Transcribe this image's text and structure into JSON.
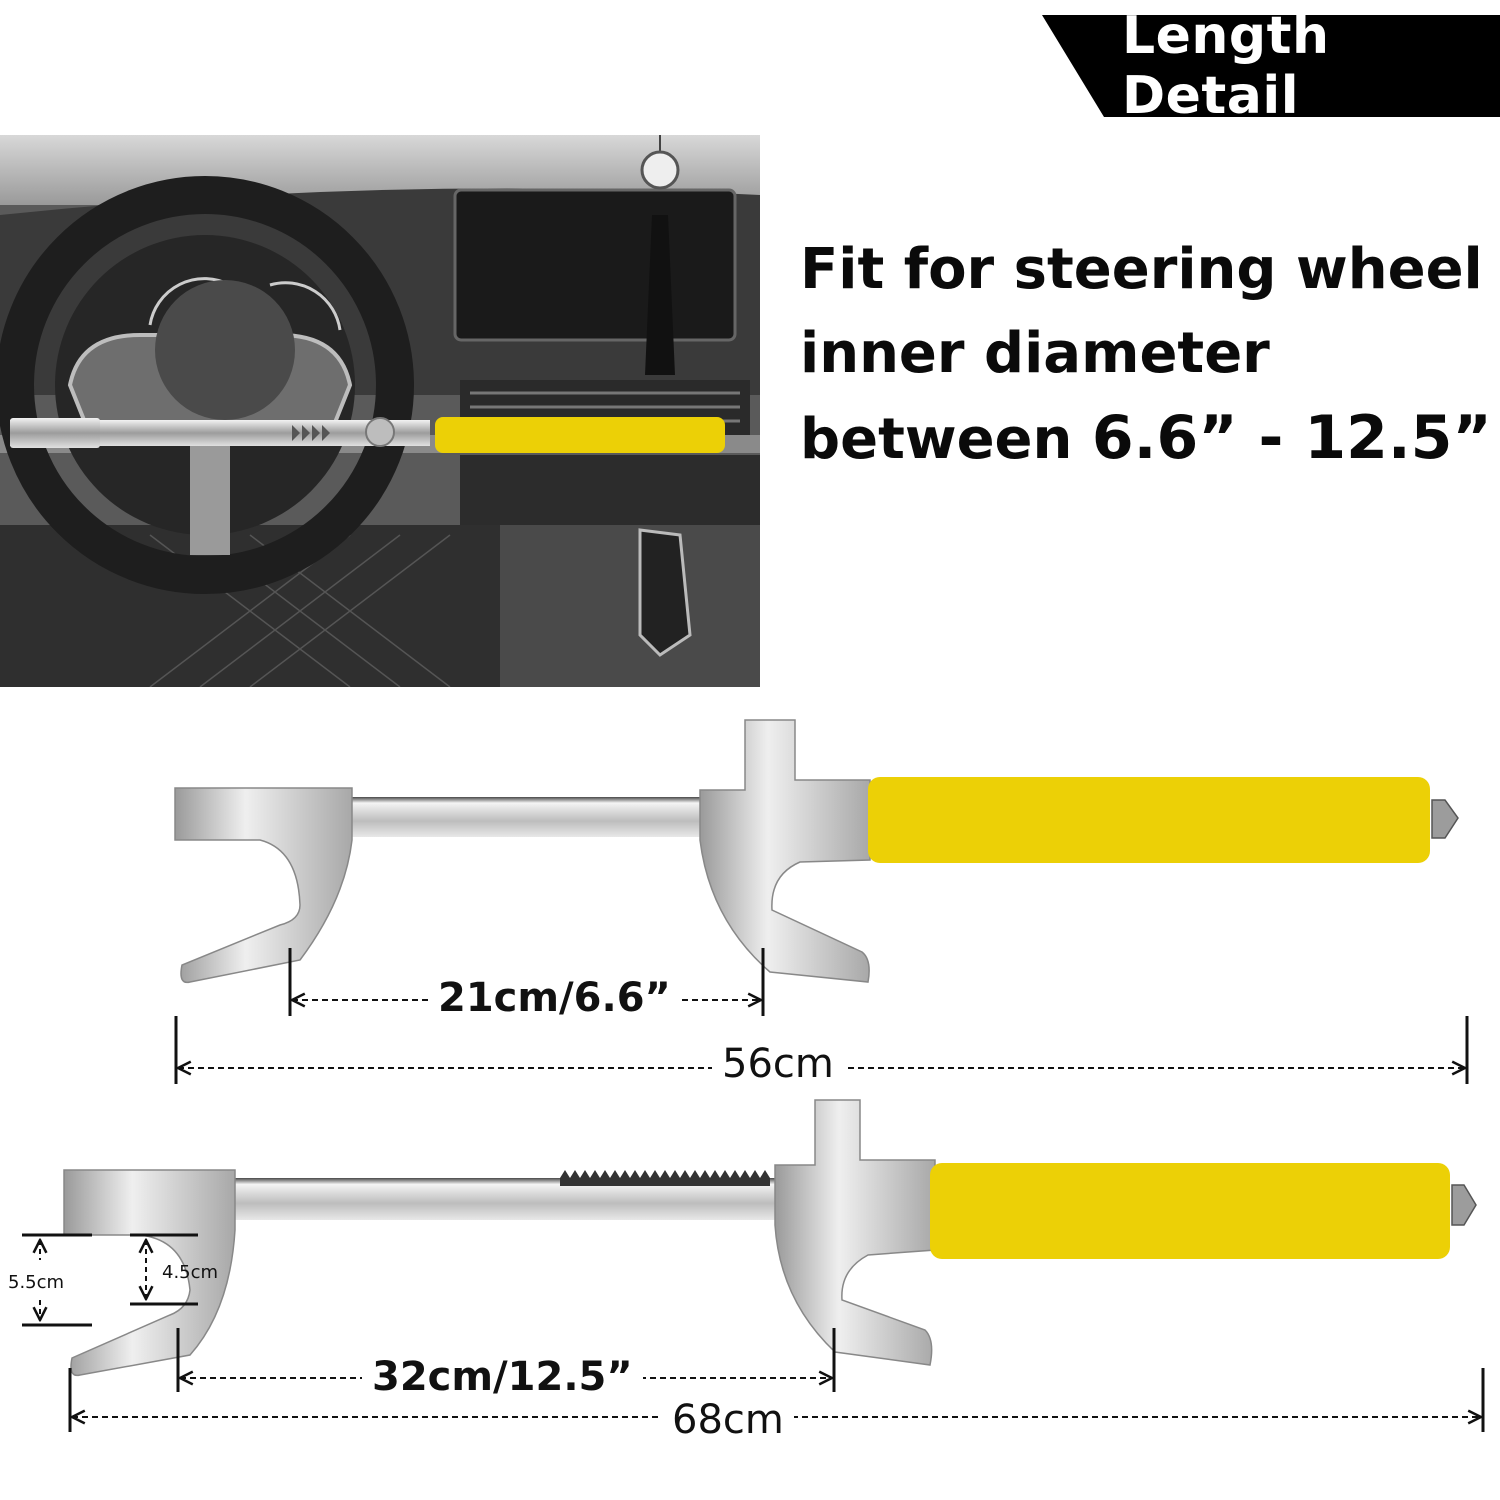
{
  "banner": {
    "title": "Length Detail",
    "bg_color": "#000000",
    "text_color": "#ffffff"
  },
  "headline": {
    "line1": "Fit for steering wheel",
    "line2": "inner diameter",
    "line3_prefix": "between ",
    "min_size": "6.6”",
    "separator": " - ",
    "max_size": "12.5”"
  },
  "photo": {
    "description": "Black-and-white car interior with steering wheel lock installed",
    "handle_color": "#ecd006"
  },
  "lock_short": {
    "inner_span_label": "21cm/6.6”",
    "total_length_label": "56cm",
    "handle_color": "#ecd006"
  },
  "lock_long": {
    "inner_span_label": "32cm/12.5”",
    "total_length_label": "68cm",
    "hook_outer_label": "5.5cm",
    "hook_inner_label": "4.5cm",
    "handle_color": "#ecd006"
  }
}
